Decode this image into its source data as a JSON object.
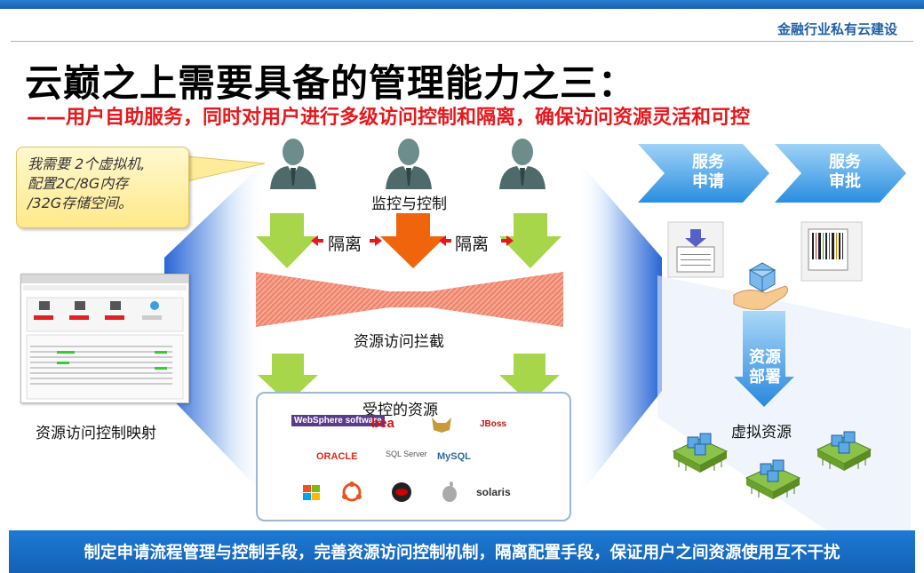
{
  "header": {
    "brand": "金融行业私有云建设",
    "title": "云巅之上需要具备的管理能力之三：",
    "subtitle": "——用户自助服务，同时对用户进行多级访问控制和隔离，确保访问资源灵活和可控"
  },
  "bubble": {
    "line1": "我需要 2个虚拟机,",
    "line2": "配置2C/8G内存",
    "line3": "/32G存储空间。"
  },
  "left_panel": {
    "label": "资源访问控制映射"
  },
  "center": {
    "monitor_label": "监控与控制",
    "isolation_left": "隔离",
    "isolation_right": "隔离",
    "intercept_label": "资源访问拦截",
    "resources_label": "受控的资源",
    "logos": [
      "WebSphere software",
      "bea",
      "tomcat",
      "JBoss",
      "ORACLE",
      "SQL Server",
      "MySQL",
      "windows",
      "ubuntu",
      "redhat",
      "apple",
      "solaris"
    ]
  },
  "right_panel": {
    "step1": "服务申请",
    "step1_line1": "服务",
    "step1_line2": "申请",
    "step2_line1": "服务",
    "step2_line2": "审批",
    "deploy_line1": "资源",
    "deploy_line2": "部署",
    "vres_label": "虚拟资源"
  },
  "footer": {
    "text": "制定申请流程管理与控制手段，完善资源访问控制机制，隔离配置手段，保证用户之间资源使用互不干扰"
  },
  "colors": {
    "brand_blue": "#1f5fa8",
    "subtitle_red": "#e8171c",
    "arrow_green": "#a8d64a",
    "arrow_orange": "#f06a10",
    "footer_blue": "#1a6fc8"
  }
}
